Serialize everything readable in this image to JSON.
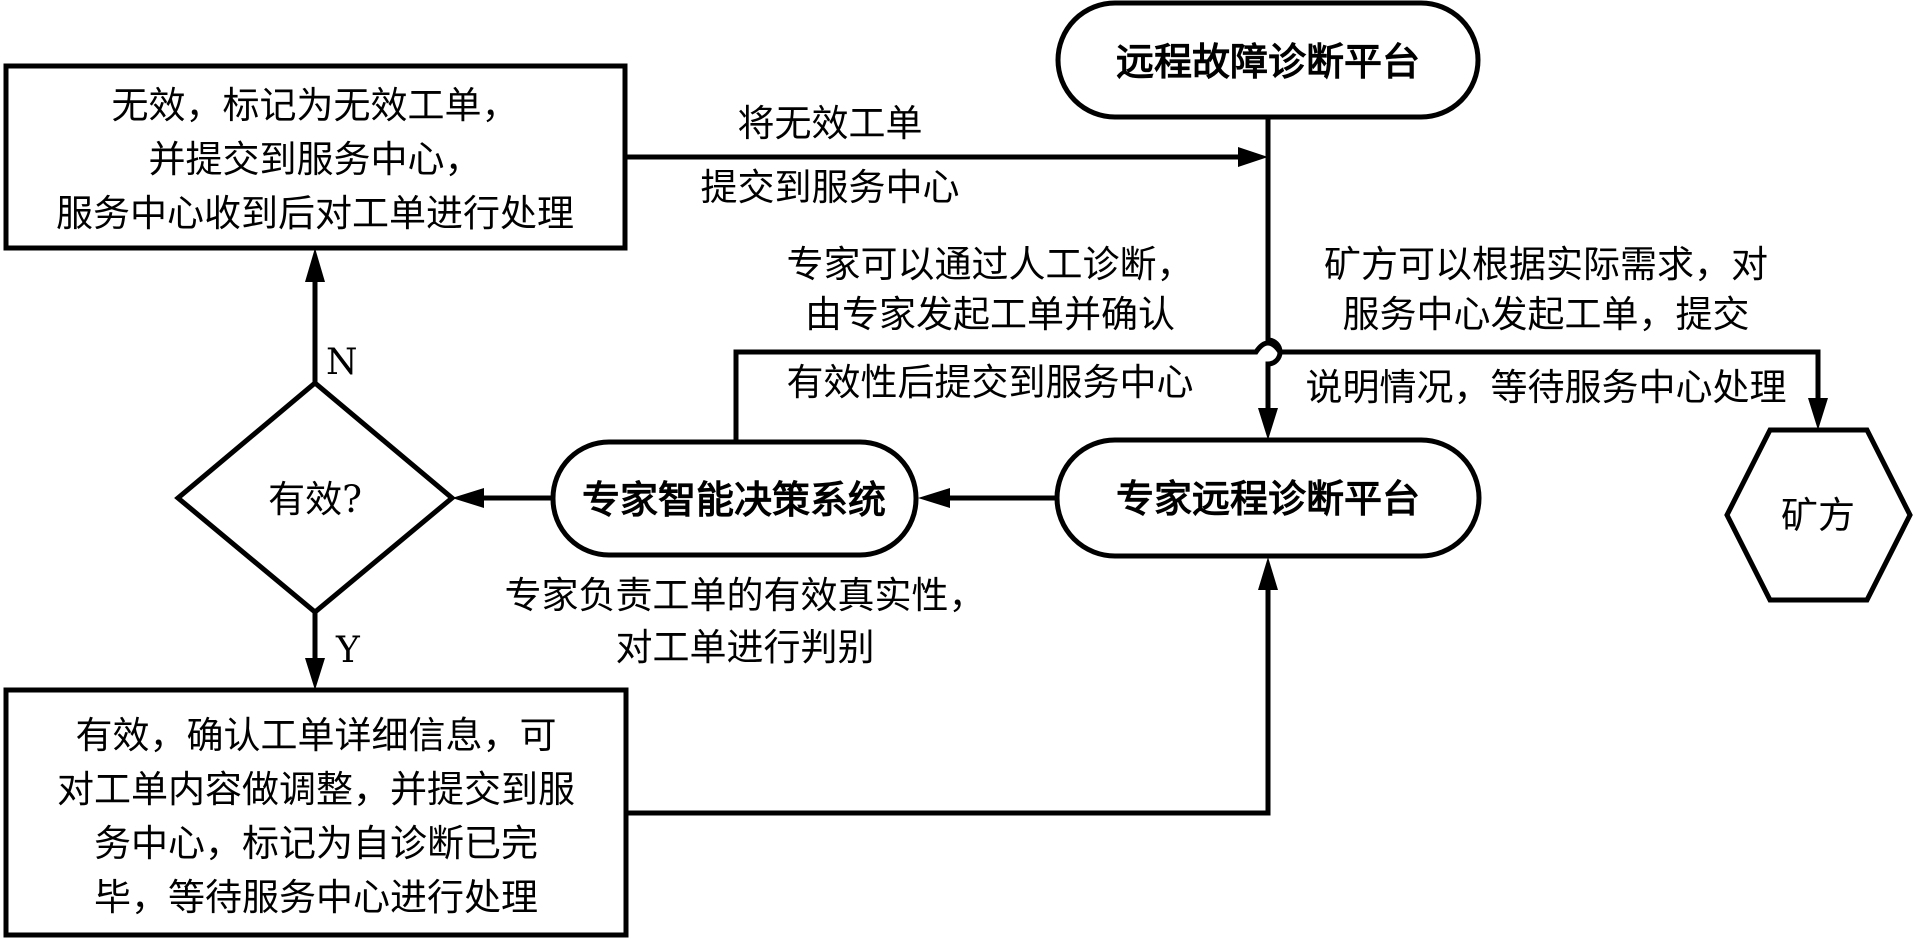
{
  "nodes": {
    "remote_platform": {
      "label": "远程故障诊断平台"
    },
    "invalid_box": {
      "lines": [
        "无效，标记为无效工单，",
        "并提交到服务中心，",
        "服务中心收到后对工单进行处理"
      ]
    },
    "decision": {
      "label": "有效?"
    },
    "expert_decision_system": {
      "label": "专家智能决策系统"
    },
    "expert_remote_platform": {
      "label": "专家远程诊断平台"
    },
    "mine_party": {
      "label": "矿方"
    },
    "valid_box": {
      "lines": [
        "有效，确认工单详细信息，可",
        "对工单内容做调整，并提交到服",
        "务中心，标记为自诊断已完",
        "毕，等待服务中心进行处理"
      ]
    }
  },
  "edge_labels": {
    "invalid_submit_top": "将无效工单",
    "invalid_submit_bottom": "提交到服务中心",
    "expert_manual": [
      "专家可以通过人工诊断，",
      "由专家发起工单并确认",
      "有效性后提交到服务中心"
    ],
    "mine_request": [
      "矿方可以根据实际需求，对",
      "服务中心发起工单，提交",
      "说明情况，等待服务中心处理"
    ],
    "expert_judge": [
      "专家负责工单的有效真实性，",
      "对工单进行判别"
    ],
    "no": "N",
    "yes": "Y"
  },
  "colors": {
    "stroke": "#000000",
    "background": "#ffffff"
  }
}
